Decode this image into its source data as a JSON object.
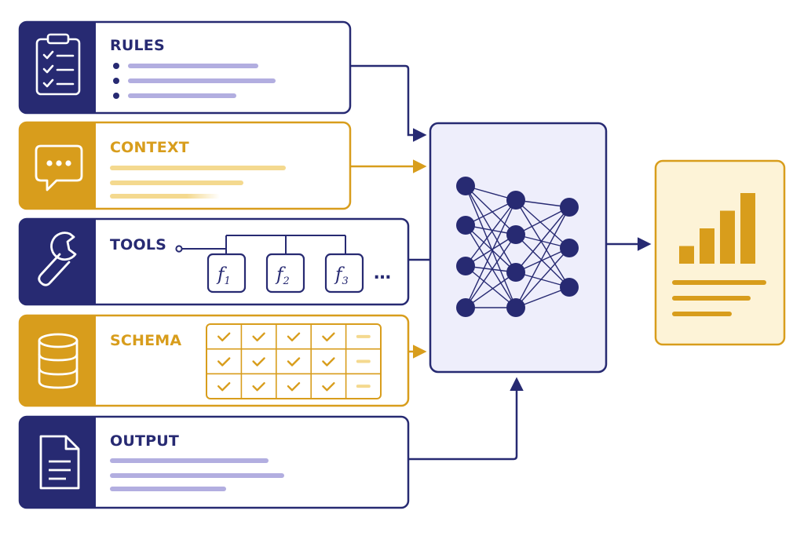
{
  "colors": {
    "navy": "#272a72",
    "gold": "#d89d1c",
    "lavender": "#b2aee0",
    "pale_gold": "#f4d98f",
    "model_fill": "#eeeefb",
    "output_fill": "#fdf3d7",
    "white": "#ffffff"
  },
  "inputs": {
    "rules": {
      "title": "RULES",
      "icon": "clipboard-checklist-icon"
    },
    "context": {
      "title": "CONTEXT",
      "icon": "chat-bubble-icon"
    },
    "tools": {
      "title": "TOOLS",
      "icon": "wrench-icon",
      "functions": [
        {
          "name": "f",
          "sub": "1"
        },
        {
          "name": "f",
          "sub": "2"
        },
        {
          "name": "f",
          "sub": "3"
        }
      ],
      "more": "…"
    },
    "schema": {
      "title": "SCHEMA",
      "icon": "database-icon",
      "grid": [
        [
          "check",
          "check",
          "check",
          "check",
          "dash"
        ],
        [
          "check",
          "check",
          "check",
          "check",
          "dash"
        ],
        [
          "check",
          "check",
          "check",
          "check",
          "dash"
        ]
      ]
    },
    "output_spec": {
      "title": "OUTPUT",
      "icon": "document-icon"
    }
  },
  "model": {
    "icon": "neural-network-icon",
    "layers": [
      4,
      4,
      3
    ]
  },
  "result": {
    "icon": "bar-chart-report-icon",
    "bars": [
      1,
      2,
      3,
      4
    ]
  }
}
